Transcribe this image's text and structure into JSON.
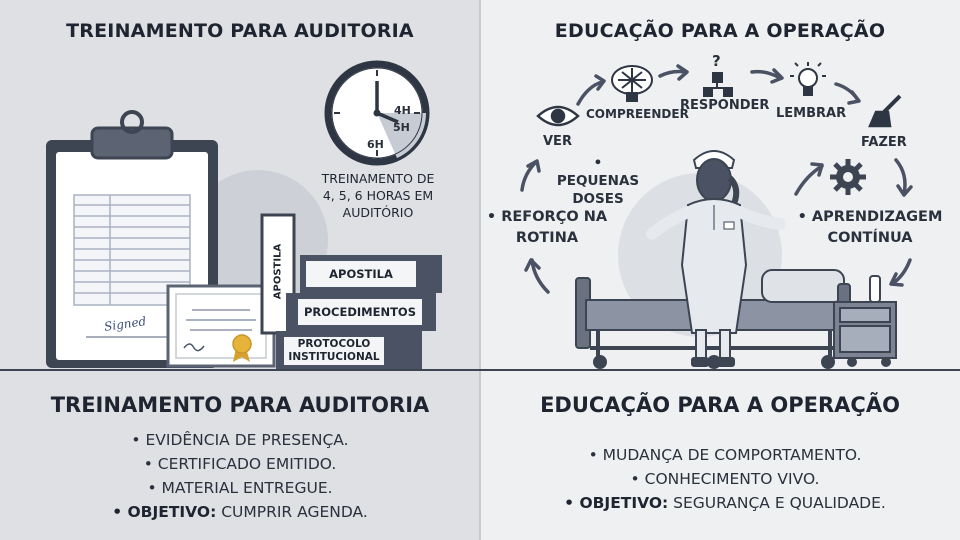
{
  "left": {
    "top_title": "TREINAMENTO PARA AUDITORIA",
    "clock": {
      "labels": [
        "4H",
        "5H",
        "6H"
      ]
    },
    "clock_caption": [
      "TREINAMENTO DE",
      "4, 5, 6 HORAS EM",
      "AUDITÓRIO"
    ],
    "signature": "Signed",
    "books": [
      "APOSTILA",
      "APOSTILA",
      "PROCEDIMENTOS",
      "PROTOCOLO",
      "INSTITUCIONAL"
    ],
    "bottom_title": "TREINAMENTO PARA AUDITORIA",
    "bullets": [
      "• EVIDÊNCIA DE PRESENÇA.",
      "• CERTIFICADO EMITIDO.",
      "• MATERIAL ENTREGUE."
    ],
    "objective_label": "• OBJETIVO:",
    "objective_text": " CUMPRIR AGENDA."
  },
  "right": {
    "top_title": "EDUCAÇÃO PARA A OPERAÇÃO",
    "cycle": {
      "ver": "VER",
      "compreender": "COMPREENDER",
      "question_mark": "?",
      "responder": "RESPONDER",
      "lembrar": "LEMBRAR",
      "fazer": "FAZER"
    },
    "side_left": [
      "• PEQUENAS",
      "DOSES"
    ],
    "side_left2": [
      "• REFORÇO NA",
      "ROTINA"
    ],
    "side_right": [
      "• APRENDIZAGEM",
      "CONTÍNUA"
    ],
    "bottom_title": "EDUCAÇÃO PARA A OPERAÇÃO",
    "bullets": [
      "• MUDANÇA DE COMPORTAMENTO.",
      "• CONHECIMENTO VIVO."
    ],
    "objective_label": "• OBJETIVO:",
    "objective_text": " SEGURANÇA E QUALIDADE."
  },
  "colors": {
    "left_bg": "#dee0e4",
    "right_bg": "#eef0f2",
    "outline": "#3d4452",
    "text": "#1f2530",
    "seal_gold": "#e6b33a"
  }
}
